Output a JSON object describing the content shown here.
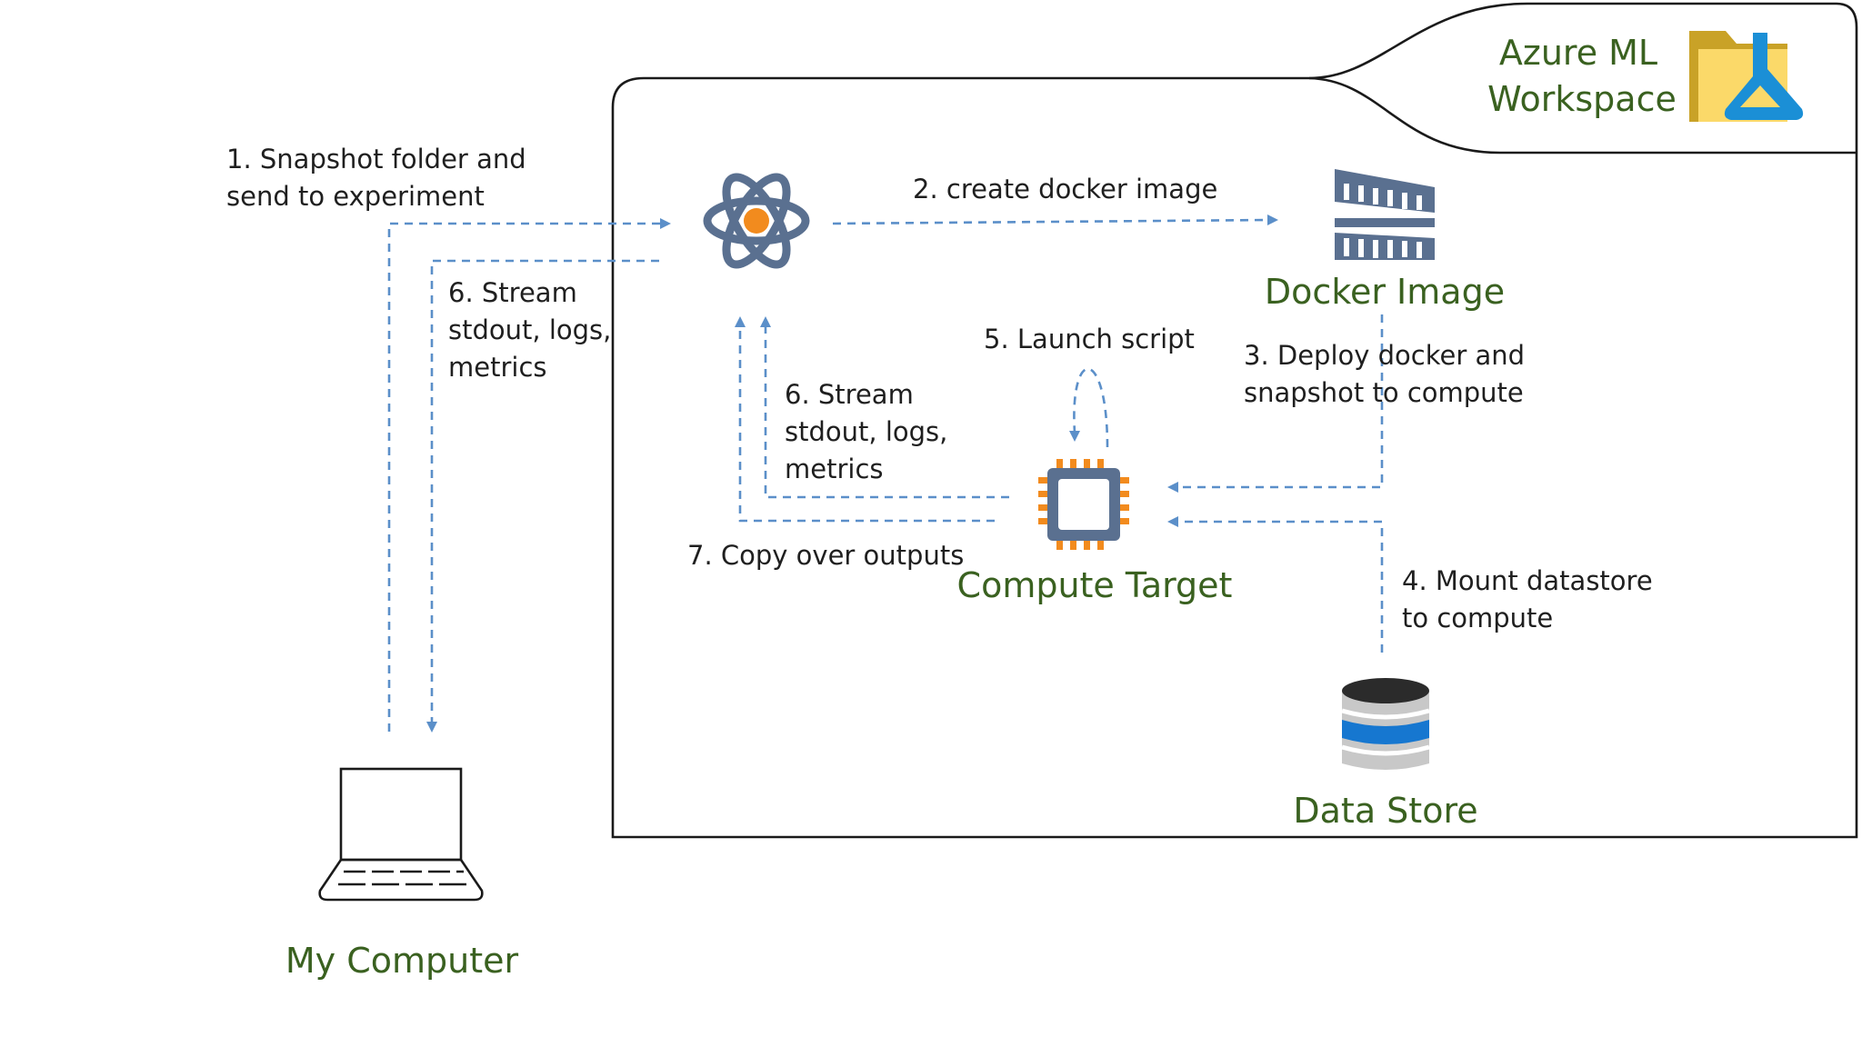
{
  "workspace": {
    "title_line1": "Azure ML",
    "title_line2": "Workspace",
    "icon": "azure-ml-folder-flask-icon"
  },
  "nodes": {
    "experiment": {
      "icon": "atom-icon",
      "accent_color": "#f28b1e"
    },
    "docker_image": {
      "label": "Docker Image",
      "icon": "container-icon"
    },
    "compute_target": {
      "label": "Compute Target",
      "icon": "chip-icon",
      "accent_color": "#f28b1e"
    },
    "data_store": {
      "label": "Data Store",
      "icon": "database-icon",
      "accent_color": "#1677d0"
    },
    "my_computer": {
      "label": "My Computer",
      "icon": "laptop-icon"
    }
  },
  "steps": {
    "s1": {
      "line1": "1. Snapshot folder and",
      "line2": "send to experiment"
    },
    "s2": {
      "line1": "2. create docker image"
    },
    "s3": {
      "line1": "3. Deploy docker and",
      "line2": "snapshot to compute"
    },
    "s4": {
      "line1": "4. Mount datastore",
      "line2": "to compute"
    },
    "s5": {
      "line1": "5. Launch script"
    },
    "s6_left": {
      "line1": "6. Stream",
      "line2": "stdout, logs,",
      "line3": "metrics"
    },
    "s6_inner": {
      "line1": "6. Stream",
      "line2": "stdout, logs,",
      "line3": "metrics"
    },
    "s7": {
      "line1": "7. Copy over outputs"
    }
  },
  "colors": {
    "node_label": "#3a6120",
    "arrow": "#5b8fc9",
    "outline": "#1a1a1a",
    "icon_slate": "#5a7090"
  }
}
